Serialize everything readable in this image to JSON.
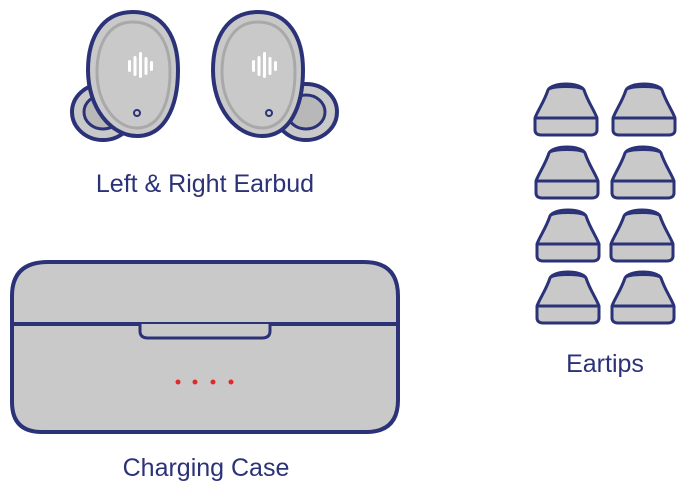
{
  "colors": {
    "outline": "#2b3278",
    "fill": "#c9c9c9",
    "inner_ring": "#a9a9a9",
    "led": "#e02a2a",
    "logo": "#ffffff",
    "text": "#2b3278"
  },
  "items": {
    "earbuds": {
      "label": "Left & Right Earbud",
      "icon": "earbud-icon",
      "count": 2
    },
    "charging_case": {
      "label": "Charging Case",
      "icon": "charging-case-icon",
      "led_indicators": 4
    },
    "eartips": {
      "label": "Eartips",
      "icon": "eartip-icon",
      "count": 8
    }
  }
}
